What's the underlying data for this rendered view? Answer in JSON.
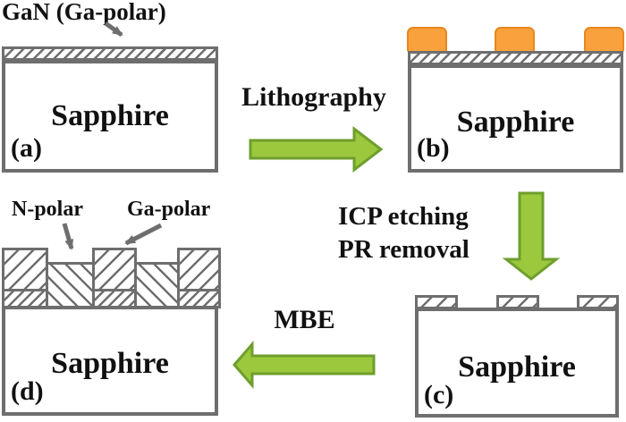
{
  "colors": {
    "arrow_fill": "#9BC83C",
    "arrow_stroke": "#6E9E2D",
    "pr_fill": "#F9A13C",
    "pr_stroke": "#E8871E",
    "outline_gray": "#6E6E6E",
    "text": "#111111"
  },
  "panel_a": {
    "id_label": "(a)",
    "substrate": "Sapphire",
    "layer_annotation": "GaN (Ga-polar)"
  },
  "panel_b": {
    "id_label": "(b)",
    "substrate": "Sapphire"
  },
  "panel_c": {
    "id_label": "(c)",
    "substrate": "Sapphire"
  },
  "panel_d": {
    "id_label": "(d)",
    "substrate": "Sapphire",
    "left_annotation": "N-polar",
    "right_annotation": "Ga-polar"
  },
  "process_steps": {
    "step1": "Lithography",
    "step2_line1": "ICP etching",
    "step2_line2": "PR removal",
    "step3": "MBE"
  }
}
